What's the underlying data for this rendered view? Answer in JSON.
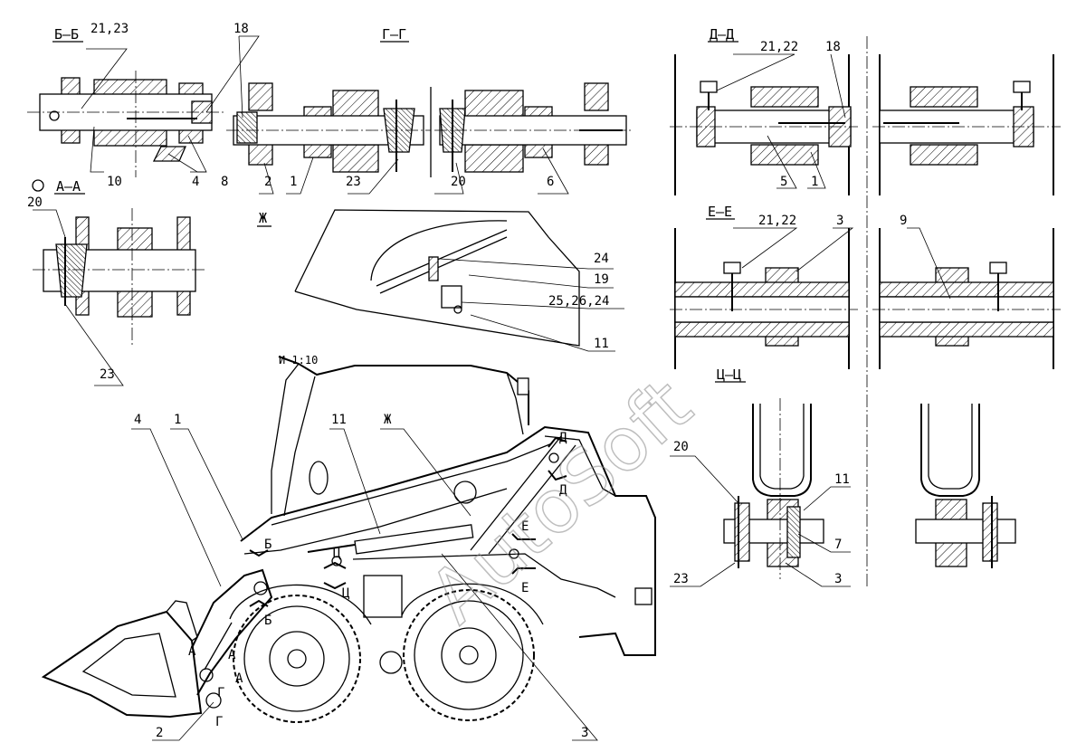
{
  "watermark": "AutoSoft",
  "sections": {
    "bb": "Б–Б",
    "gg": "Г–Г",
    "aa": "А–А",
    "zh": "Ж",
    "dd": "Д–Д",
    "ee": "Е–Е",
    "tsts": "Ц–Ц"
  },
  "scale_note": "И 1:10",
  "callouts": {
    "c_21_23": "21,23",
    "c_18_left": "18",
    "c_10": "10",
    "c_4_top": "4",
    "c_8": "8",
    "c_2_top": "2",
    "c_1_top": "1",
    "c_23_gg": "23",
    "c_20_gg": "20",
    "c_6": "6",
    "c_20_aa": "20",
    "c_23_aa": "23",
    "c_24": "24",
    "c_19": "19",
    "c_25_26_24": "25,26,24",
    "c_11_zh": "11",
    "c_21_22_dd": "21,22",
    "c_18_dd": "18",
    "c_5": "5",
    "c_1_dd": "1",
    "c_21_22_ee": "21,22",
    "c_3_ee": "3",
    "c_9": "9",
    "c_20_ts": "20",
    "c_11_ts": "11",
    "c_7": "7",
    "c_23_ts": "23",
    "c_3_ts": "3",
    "c_4_main": "4",
    "c_1_main": "1",
    "c_11_main": "11",
    "c_zh_main": "Ж",
    "c_2_main": "2",
    "c_3_main": "3"
  },
  "markers": {
    "b1": "Б",
    "b2": "Б",
    "ts1": "Ц",
    "ts2": "Ц",
    "d1": "Д",
    "d2": "Д",
    "e1": "Е",
    "e2": "Е",
    "a1": "А",
    "a2": "А",
    "a3": "А",
    "g1": "Г",
    "g2": "Г"
  }
}
